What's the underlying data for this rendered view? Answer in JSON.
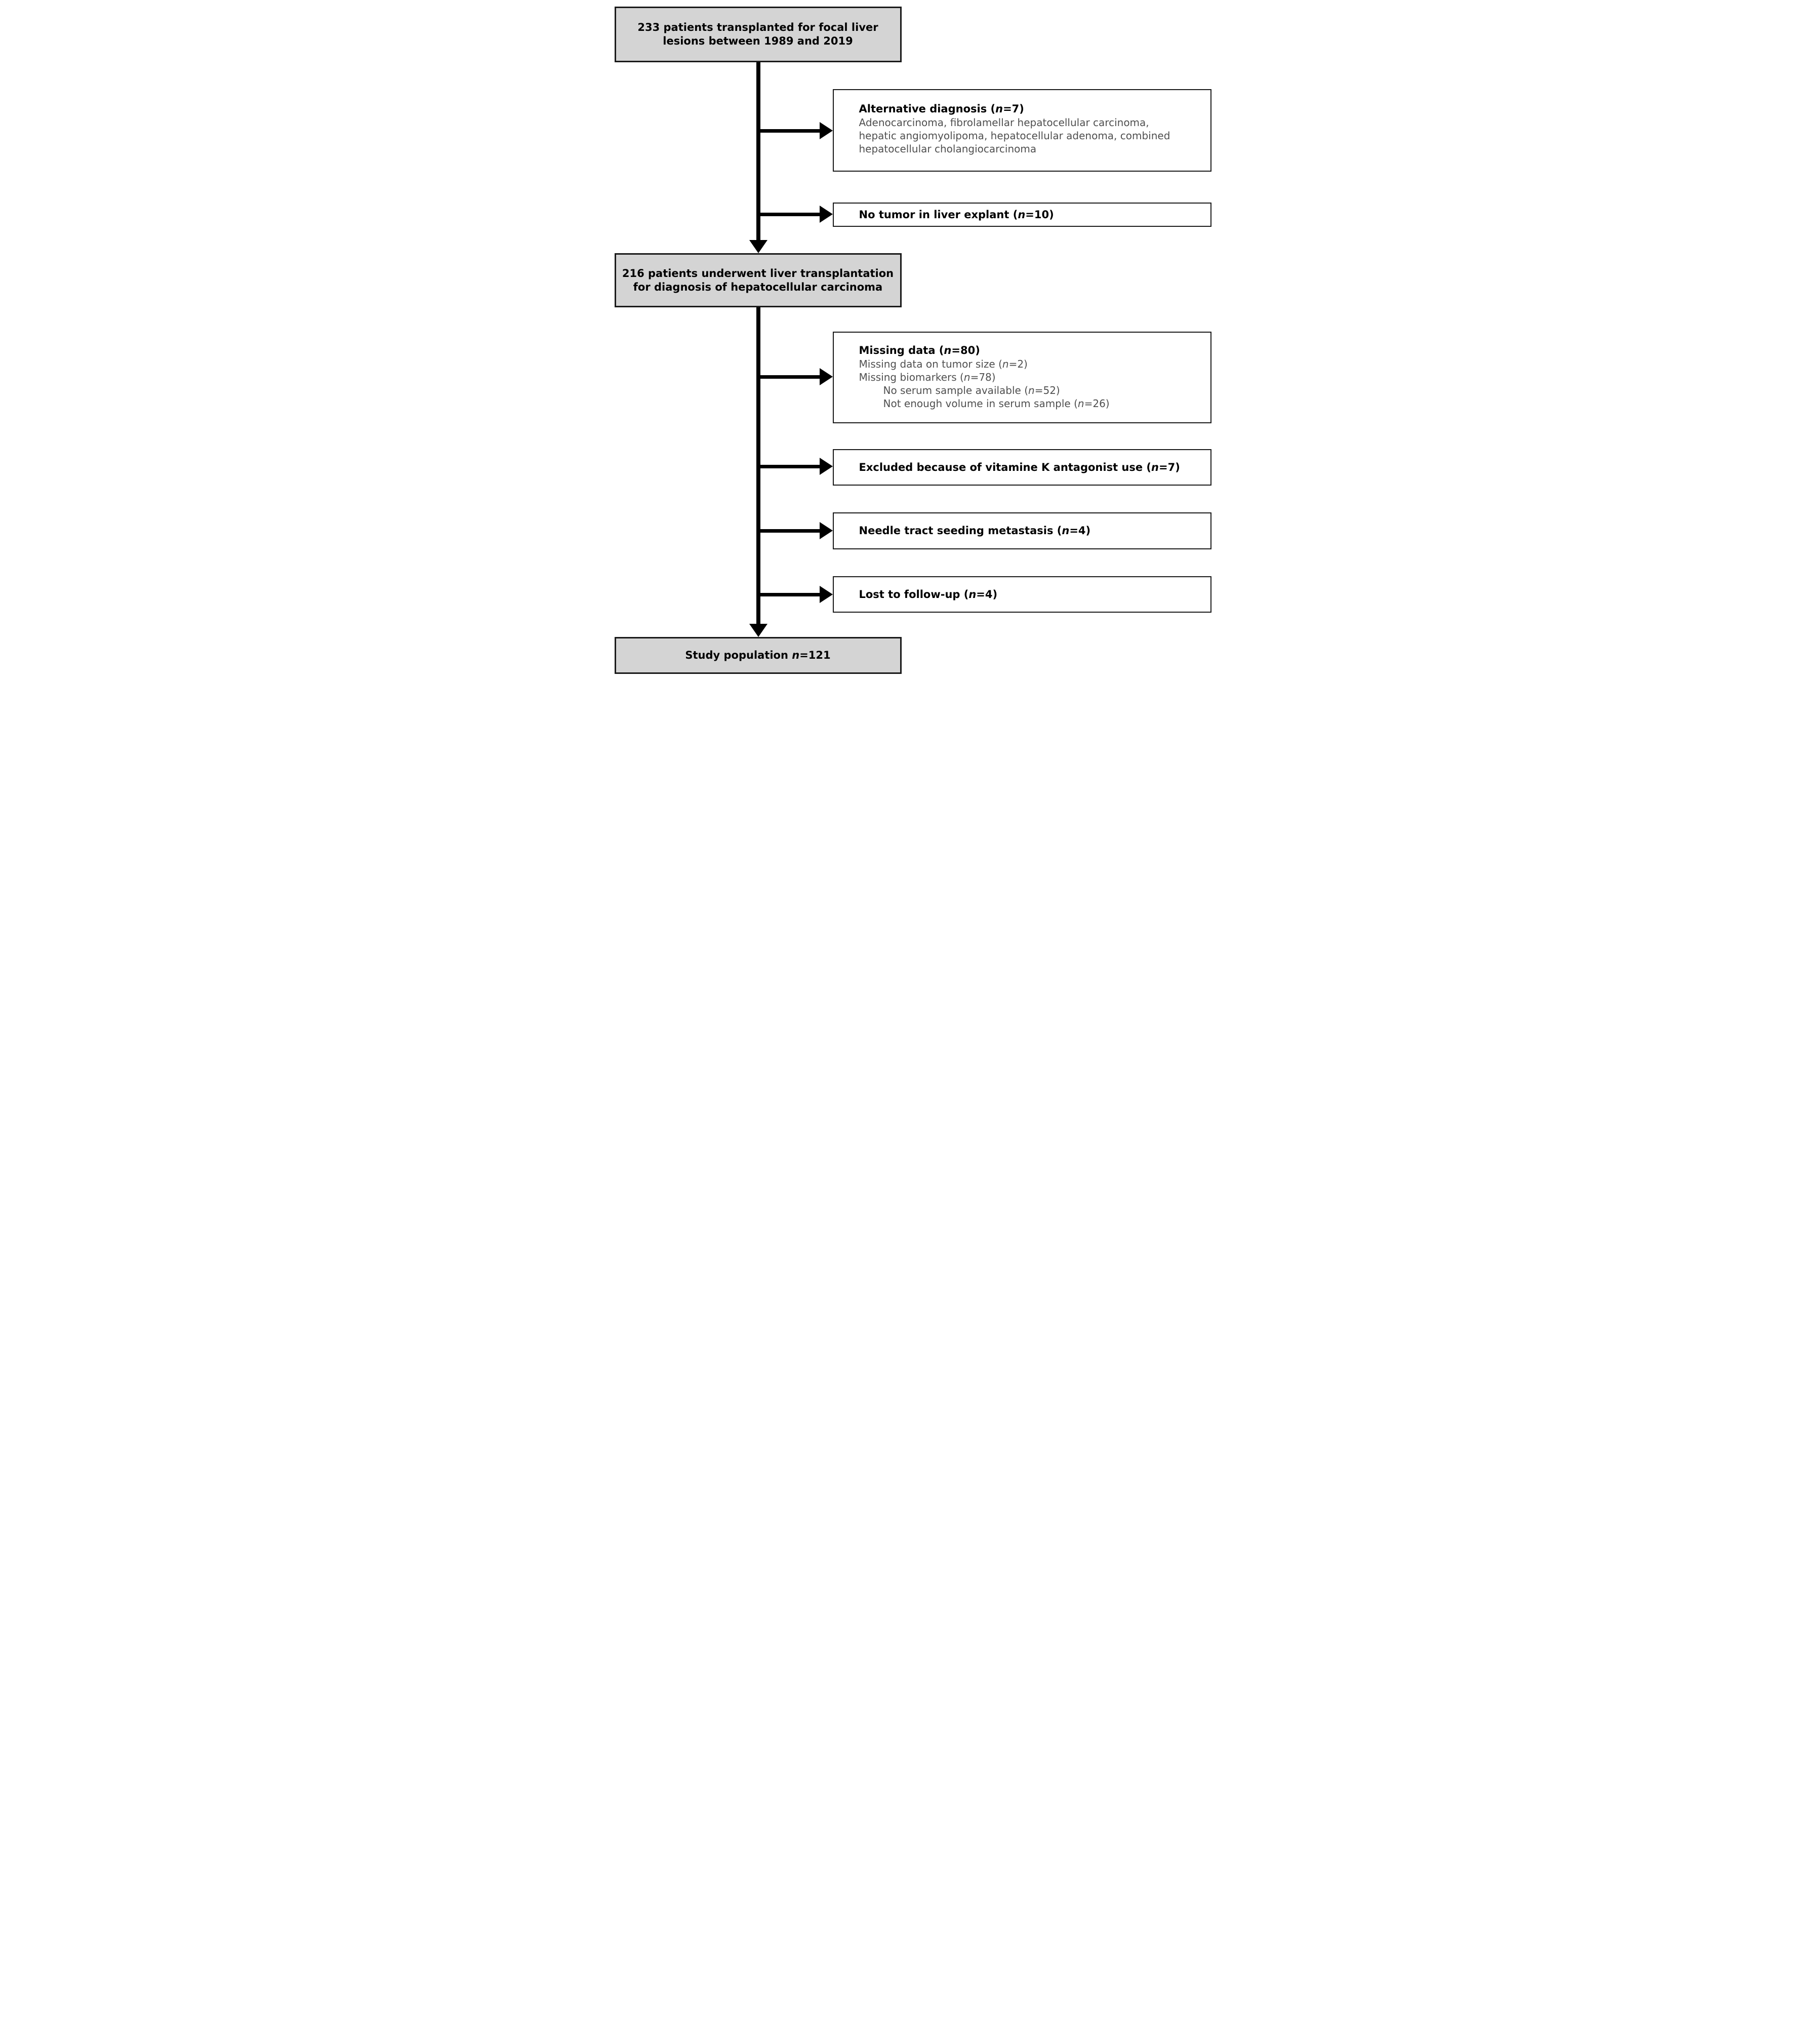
{
  "figure": {
    "type": "patient-selection-flow-diagram",
    "colors": {
      "gray_box_fill": "#d4d4d4",
      "box_border": "#1a1a1a",
      "body_text": "#4f4f4f",
      "arrow": "#000000"
    },
    "population_boxes": {
      "initial": {
        "lines": [
          "233 patients transplanted for focal liver",
          "lesions between 1989 and 2019"
        ]
      },
      "middle": {
        "lines": [
          "216 patients underwent liver transplantation",
          "for diagnosis of hepatocellular carcinoma"
        ]
      },
      "final": {
        "lines": [
          "Study population n=121"
        ]
      }
    },
    "exclusion_boxes": {
      "alternative_diagnosis": {
        "title": "Alternative diagnosis (n=7)",
        "body_lines": [
          "Adenocarcinoma, fibrolamellar hepatocellular carcinoma,",
          "hepatic angiomyolipoma, hepatocellular adenoma, combined",
          "hepatocellular cholangiocarcinoma"
        ]
      },
      "no_tumor": {
        "title": "No tumor in liver explant (n=10)"
      },
      "missing_data": {
        "title": "Missing data (n=80)",
        "body_lines": [
          "Missing data on tumor size (n=2)",
          "Missing biomarkers (n=78)"
        ],
        "sub_lines": [
          "No serum sample available (n=52)",
          "Not enough volume in serum sample (n=26)"
        ]
      },
      "vitamin_k": {
        "title": "Excluded because of vitamine K antagonist use (n=7)"
      },
      "needle_tract": {
        "title": "Needle tract seeding metastasis (n=4)"
      },
      "lost_followup": {
        "title": "Lost to follow-up (n=4)"
      }
    }
  }
}
